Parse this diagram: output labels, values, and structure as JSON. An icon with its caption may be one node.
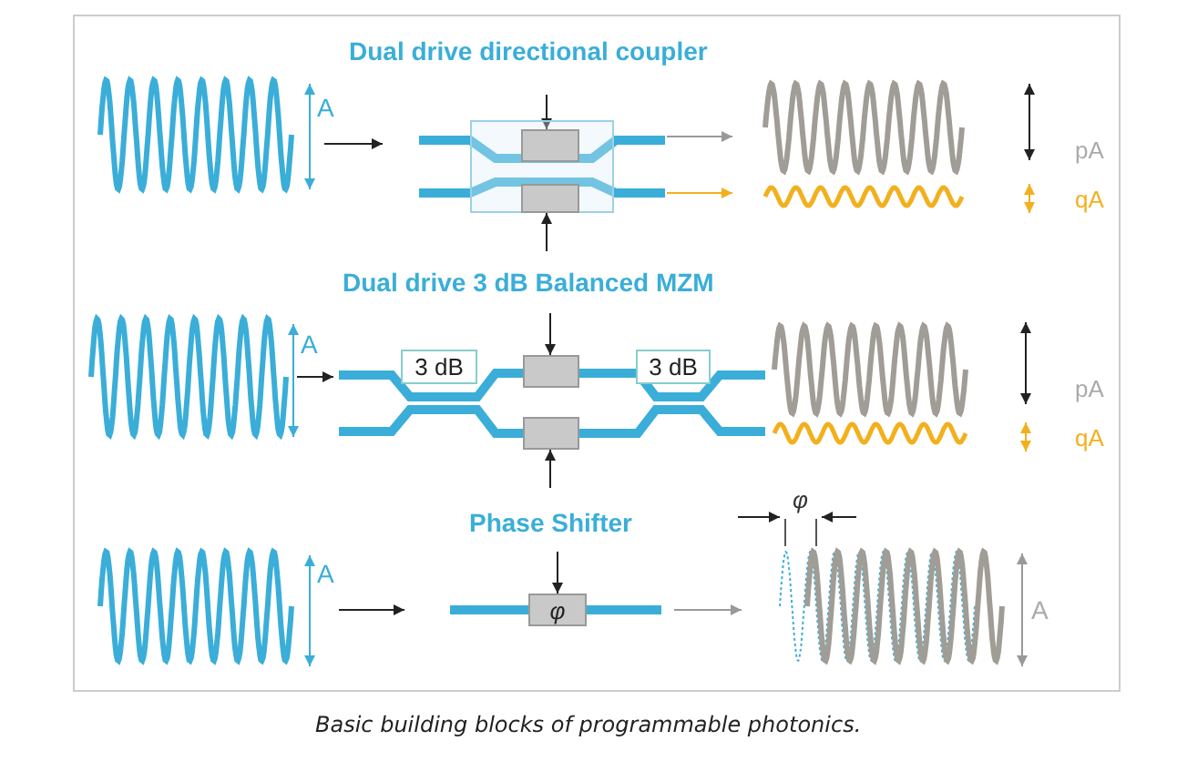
{
  "diagram": {
    "caption": "Basic building blocks of programmable photonics.",
    "nodes": [
      {
        "text": [],
        "shape": "box"
      },
      {
        "text": [],
        "shape": "box",
        "in": 0
      },
      {
        "text": [],
        "shape": "box",
        "in": 0
      },
      {
        "text": [
          "3 dB"
        ]
      },
      {
        "text": [],
        "shape": "box"
      },
      {
        "text": [
          "3 dB"
        ]
      },
      {
        "text": [],
        "shape": "box"
      },
      {
        "text": [
          "φ"
        ]
      }
    ],
    "edges": [
      {
        "from": null,
        "to": 1,
        "arrow": "to"
      },
      {
        "from": null,
        "to": 2,
        "arrow": "to"
      },
      {
        "from": null,
        "to": 4,
        "arrow": "to"
      },
      {
        "from": null,
        "to": 6,
        "arrow": "to"
      },
      {
        "from": null,
        "to": 7,
        "arrow": "to"
      }
    ],
    "labels": [
      "Dual drive directional coupler",
      "A",
      "pA",
      "qA",
      "Dual drive 3 dB Balanced MZM",
      "A",
      "pA",
      "qA",
      "Phase Shifter",
      "A",
      "φ",
      "A"
    ]
  }
}
